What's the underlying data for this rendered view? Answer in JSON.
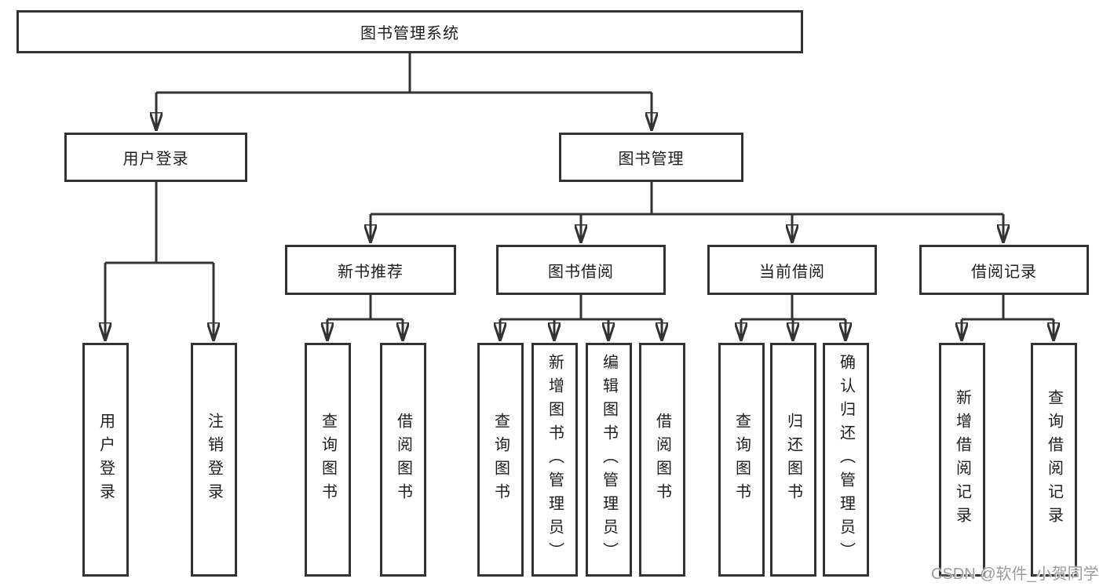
{
  "diagram": {
    "root": {
      "label": "图书管理系统"
    },
    "level2": [
      {
        "label": "用户登录"
      },
      {
        "label": "图书管理"
      }
    ],
    "level3": [
      {
        "label": "新书推荐"
      },
      {
        "label": "图书借阅"
      },
      {
        "label": "当前借阅"
      },
      {
        "label": "借阅记录"
      }
    ],
    "leaves": [
      {
        "label": "用户登录"
      },
      {
        "label": "注销登录"
      },
      {
        "label": "查询图书"
      },
      {
        "label": "借阅图书"
      },
      {
        "label": "查询图书"
      },
      {
        "label": "新增图书（管理员）"
      },
      {
        "label": "编辑图书（管理员）"
      },
      {
        "label": "借阅图书"
      },
      {
        "label": "查询图书"
      },
      {
        "label": "归还图书"
      },
      {
        "label": "确认归还（管理员）"
      },
      {
        "label": "新增借阅记录"
      },
      {
        "label": "查询借阅记录"
      }
    ],
    "watermark": "CSDN @软件_小贺同学",
    "colors": {
      "line": "#333333",
      "text": "#1e1e1e",
      "box_background": "#ffffff",
      "watermark": "#9c9c9c"
    }
  }
}
